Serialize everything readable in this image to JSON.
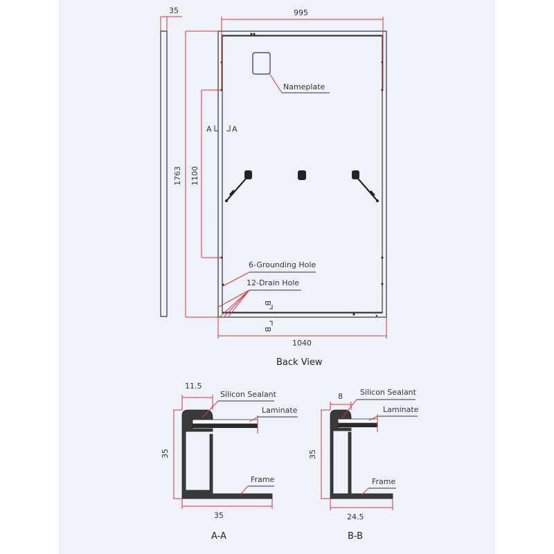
{
  "back_view": {
    "title": "Back View",
    "dimensions": {
      "frame_thickness": "35",
      "inner_width": "995",
      "height": "1763",
      "mount_spacing": "1100",
      "width": "1040"
    },
    "labels": {
      "nameplate": "Nameplate",
      "grounding_hole": "6-Grounding Hole",
      "drain_hole": "12-Drain Hole",
      "section_a_left": "A",
      "section_a_right": "A",
      "section_b_top": "B",
      "section_b_bottom": "B"
    }
  },
  "section_aa": {
    "title": "A-A",
    "lip_width": "11.5",
    "height": "35",
    "width": "35",
    "labels": {
      "sealant": "Silicon Sealant",
      "laminate": "Laminate",
      "frame": "Frame"
    }
  },
  "section_bb": {
    "title": "B-B",
    "lip_width": "8",
    "height": "35",
    "width": "24.5",
    "labels": {
      "sealant": "Silicon Sealant",
      "laminate": "Laminate",
      "frame": "Frame"
    }
  },
  "colors": {
    "dimension": "#e0323a",
    "background": "#eef3fa"
  }
}
